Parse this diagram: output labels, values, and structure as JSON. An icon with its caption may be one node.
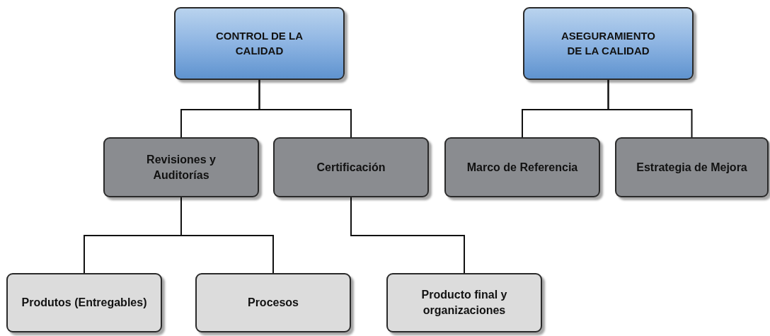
{
  "diagram": {
    "nodes": [
      {
        "text": [
          "CONTROL DE LA CALIDAD"
        ]
      },
      {
        "text": [
          "ASEGURAMIENTO DE LA CALIDAD"
        ]
      },
      {
        "text": [
          "Revisiones y Auditorías"
        ]
      },
      {
        "text": [
          "Certificación"
        ]
      },
      {
        "text": [
          "Marco de Referencia"
        ]
      },
      {
        "text": [
          "Estrategia de Mejora"
        ]
      },
      {
        "text": [
          "Produtos (Entregables)"
        ]
      },
      {
        "text": [
          "Procesos"
        ]
      },
      {
        "text": [
          "Producto final y organizaciones"
        ]
      }
    ],
    "edges": [
      {
        "from": 0,
        "to": 2,
        "arrow": "none"
      },
      {
        "from": 0,
        "to": 3,
        "arrow": "none"
      },
      {
        "from": 1,
        "to": 4,
        "arrow": "none"
      },
      {
        "from": 1,
        "to": 5,
        "arrow": "none"
      },
      {
        "from": 2,
        "to": 6,
        "arrow": "none"
      },
      {
        "from": 2,
        "to": 7,
        "arrow": "none"
      },
      {
        "from": 3,
        "to": 8,
        "arrow": "none"
      }
    ]
  }
}
